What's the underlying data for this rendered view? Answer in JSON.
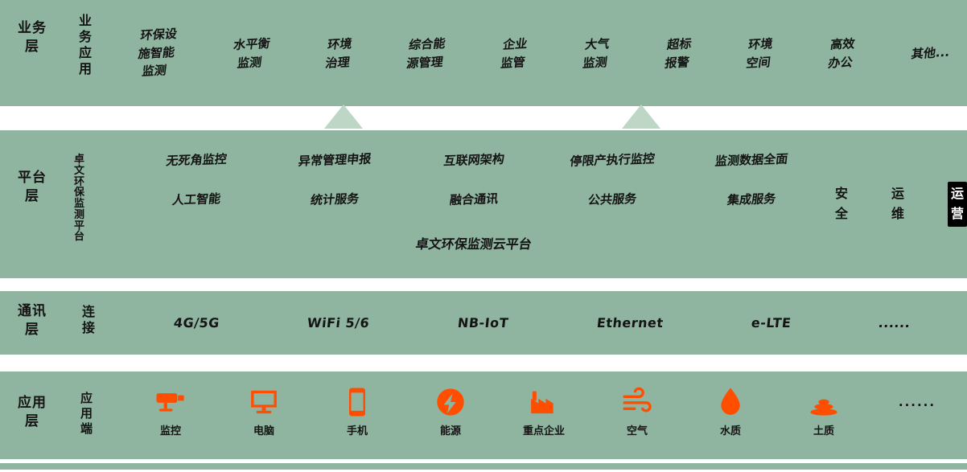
{
  "theme": {
    "band_green": "#8fb49f",
    "text_dark": "#141414",
    "accent_orange": "#ff4e00",
    "arrow_green": "#bdd6c6",
    "highlight_bg": "#000000",
    "highlight_fg": "#ffffff"
  },
  "layers": {
    "business": {
      "label": "业务\n层",
      "sublabel": "业\n务\n应\n用",
      "items": [
        "环保设\n施智能\n监测",
        "水平衡\n监测",
        "环境\n治理",
        "综合能\n源管理",
        "企业\n监管",
        "大气\n监测",
        "超标\n报警",
        "环境\n空间",
        "高效\n办公",
        "其他..."
      ]
    },
    "platform": {
      "label": "平台\n层",
      "sublabel": "卓\n文\n环\n保\n监\n测\n平\n台",
      "row1": [
        "无死角监控",
        "异常管理申报",
        "互联网架构",
        "停限产执行监控",
        "监测数据全面"
      ],
      "row2": [
        "人工智能",
        "统计服务",
        "融合通讯",
        "公共服务",
        "集成服务"
      ],
      "footer": "卓文环保监测云平台",
      "side": [
        "安\n全",
        "运\n维",
        "运\n营"
      ]
    },
    "communication": {
      "label": "通讯\n层",
      "sublabel": "连\n接",
      "items": [
        "4G/5G",
        "WiFi 5/6",
        "NB-IoT",
        "Ethernet",
        "e-LTE",
        "......"
      ]
    },
    "application": {
      "label": "应用\n层",
      "sublabel": "应\n用\n端",
      "items": [
        {
          "icon": "cctv-camera-icon",
          "label": "监控"
        },
        {
          "icon": "computer-icon",
          "label": "电脑"
        },
        {
          "icon": "phone-icon",
          "label": "手机"
        },
        {
          "icon": "energy-icon",
          "label": "能源"
        },
        {
          "icon": "factory-icon",
          "label": "重点企业"
        },
        {
          "icon": "air-icon",
          "label": "空气"
        },
        {
          "icon": "water-icon",
          "label": "水质"
        },
        {
          "icon": "soil-icon",
          "label": "土质"
        },
        {
          "icon": "ellipsis-icon",
          "label": "......"
        }
      ]
    }
  }
}
